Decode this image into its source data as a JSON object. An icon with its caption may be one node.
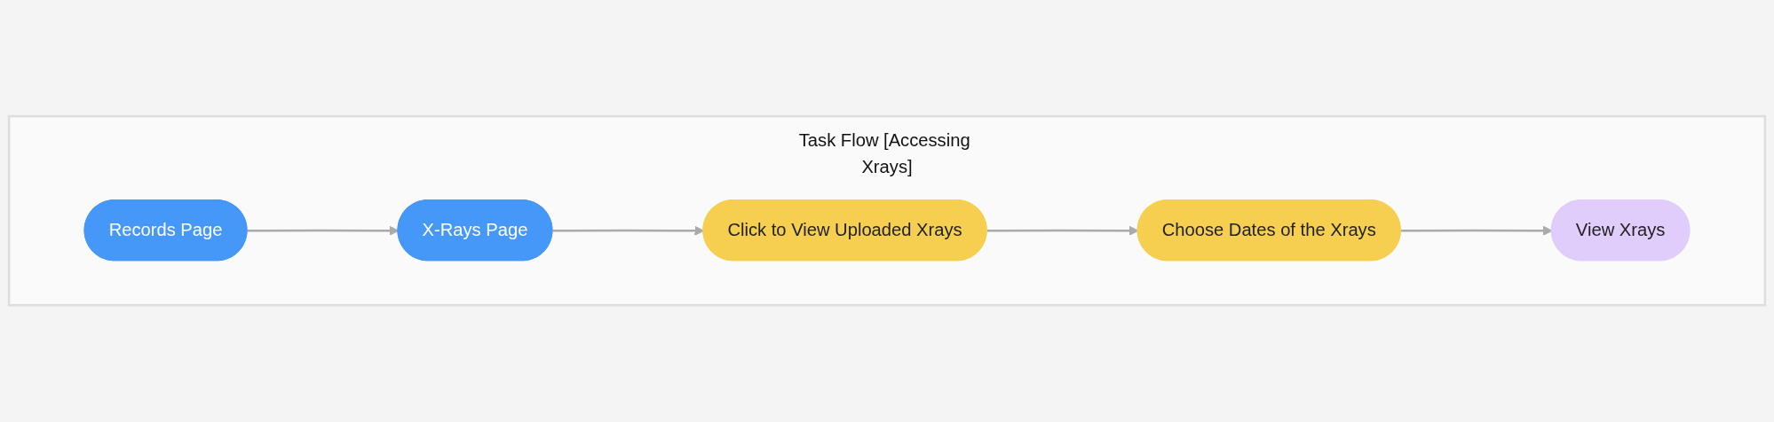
{
  "diagram": {
    "nodes": [
      {
        "text": [
          "Task Flow [Accessing Xrays]"
        ]
      },
      {
        "text": [
          "Records Page"
        ],
        "in": 0
      },
      {
        "text": [
          "X-Rays Page"
        ],
        "in": 0
      },
      {
        "text": [
          "Click to View Uploaded Xrays"
        ],
        "in": 0
      },
      {
        "text": [
          "Choose Dates of the Xrays"
        ],
        "in": 0
      },
      {
        "text": [
          "View Xrays"
        ],
        "in": 0
      }
    ],
    "edges": [
      {
        "from": 1,
        "to": 2,
        "arrow": "to"
      },
      {
        "from": 2,
        "to": 3,
        "arrow": "to"
      },
      {
        "from": 3,
        "to": 4,
        "arrow": "to"
      },
      {
        "from": 4,
        "to": 5,
        "arrow": "to"
      }
    ]
  }
}
